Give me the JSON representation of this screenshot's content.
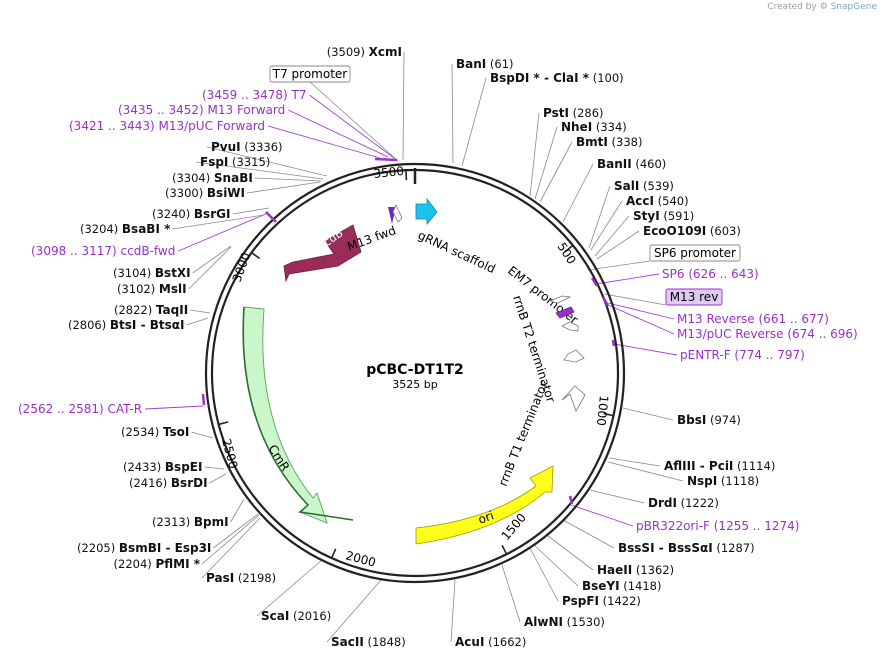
{
  "credit": {
    "prefix": "Created by",
    "brand": "SnapGene"
  },
  "plasmid": {
    "name": "pCBC-DT1T2",
    "size_text": "3525 bp"
  },
  "ticks": [
    "500",
    "1000",
    "1500",
    "2000",
    "2500",
    "3000",
    "3500"
  ],
  "features": {
    "ccdb": "ccdB",
    "m13fwd": "M13 fwd",
    "grna": "gRNA scaffold",
    "em7": "EM7 promoter",
    "t2": "rrnB T2 terminator",
    "t1": "rrnB T1 terminator",
    "ori": "ori",
    "cmr": "CmR"
  },
  "enzymes": [
    {
      "name": "XcmI",
      "pos": "(3509)"
    },
    {
      "name": "BanI",
      "pos": "(61)"
    },
    {
      "name": "BspDI *",
      "sep": "-",
      "name2": "ClaI *",
      "pos": "(100)"
    },
    {
      "name": "PstI",
      "pos": "(286)"
    },
    {
      "name": "NheI",
      "pos": "(334)"
    },
    {
      "name": "BmtI",
      "pos": "(338)"
    },
    {
      "name": "BanII",
      "pos": "(460)"
    },
    {
      "name": "SalI",
      "pos": "(539)"
    },
    {
      "name": "AccI",
      "pos": "(540)"
    },
    {
      "name": "StyI",
      "pos": "(591)"
    },
    {
      "name": "EcoO109I",
      "pos": "(603)"
    },
    {
      "name": "BbsI",
      "pos": "(974)"
    },
    {
      "name": "AflIII",
      "sep": "-",
      "name2": "PciI",
      "pos": "(1114)"
    },
    {
      "name": "NspI",
      "pos": "(1118)"
    },
    {
      "name": "DrdI",
      "pos": "(1222)"
    },
    {
      "name": "BssSI",
      "sep": "-",
      "name2": "BssSαI",
      "pos": "(1287)"
    },
    {
      "name": "HaeII",
      "pos": "(1362)"
    },
    {
      "name": "BseYI",
      "pos": "(1418)"
    },
    {
      "name": "PspFI",
      "pos": "(1422)"
    },
    {
      "name": "AlwNI",
      "pos": "(1530)"
    },
    {
      "name": "AcuI",
      "pos": "(1662)"
    },
    {
      "name": "SacII",
      "pos": "(1848)"
    },
    {
      "name": "ScaI",
      "pos": "(2016)"
    },
    {
      "name": "PasI",
      "pos": "(2198)"
    },
    {
      "name": "PflMI *",
      "pos": "(2204)"
    },
    {
      "name": "BsmBI",
      "sep": "-",
      "name2": "Esp3I",
      "pos": "(2205)"
    },
    {
      "name": "BpmI",
      "pos": "(2313)"
    },
    {
      "name": "BsrDI",
      "pos": "(2416)"
    },
    {
      "name": "BspEI",
      "pos": "(2433)"
    },
    {
      "name": "TsoI",
      "pos": "(2534)"
    },
    {
      "name": "BtsI",
      "sep": "-",
      "name2": "BtsαI",
      "pos": "(2806)"
    },
    {
      "name": "TaqII",
      "pos": "(2822)"
    },
    {
      "name": "MslI",
      "pos": "(3102)"
    },
    {
      "name": "BstXI",
      "pos": "(3104)"
    },
    {
      "name": "BsaBI *",
      "pos": "(3204)"
    },
    {
      "name": "BsrGI",
      "pos": "(3240)"
    },
    {
      "name": "BsiWI",
      "pos": "(3300)"
    },
    {
      "name": "SnaBI",
      "pos": "(3304)"
    },
    {
      "name": "FspI",
      "pos": "(3315)"
    },
    {
      "name": "PvuI",
      "pos": "(3336)"
    }
  ],
  "primers": [
    {
      "name": "T7",
      "range": "(3459 .. 3478)"
    },
    {
      "name": "M13 Forward",
      "range": "(3435 .. 3452)"
    },
    {
      "name": "M13/pUC Forward",
      "range": "(3421 .. 3443)"
    },
    {
      "name": "ccdB-fwd",
      "range": "(3098 .. 3117)"
    },
    {
      "name": "SP6",
      "range": "(626 .. 643)"
    },
    {
      "name": "M13 Reverse",
      "range": "(661 .. 677)"
    },
    {
      "name": "M13/pUC Reverse",
      "range": "(674 .. 696)"
    },
    {
      "name": "pENTR-F",
      "range": "(774 .. 797)"
    },
    {
      "name": "CAT-R",
      "range": "(2562 .. 2581)"
    },
    {
      "name": "pBR322ori-F",
      "range": "(1255 .. 1274)"
    }
  ],
  "boxed": {
    "t7_promoter": "T7 promoter",
    "sp6_promoter": "SP6 promoter",
    "m13_rev": "M13 rev"
  },
  "colors": {
    "ccdb": "#9b2c5a",
    "grna": "#19c3ee",
    "cmr": "#c9f7c9",
    "cmr_edge": "#5da05d",
    "ori": "#ffff1a",
    "primer": "#9b30c8",
    "backbone": "#222222"
  }
}
